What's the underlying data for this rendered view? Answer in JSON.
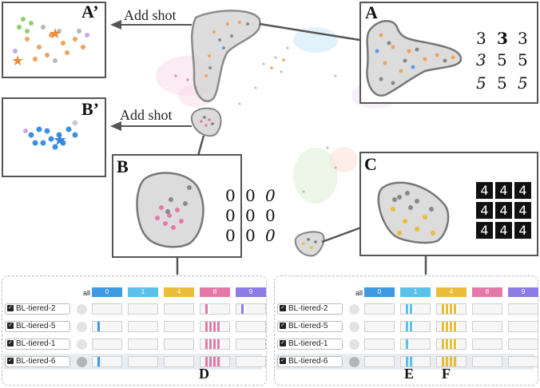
{
  "panels": {
    "A": {
      "label": "A"
    },
    "A_prime": {
      "label": "A’"
    },
    "B": {
      "label": "B"
    },
    "B_prime": {
      "label": "B’"
    },
    "C": {
      "label": "C"
    }
  },
  "arrows": {
    "top": "Add shot",
    "mid": "Add shot"
  },
  "digits_A": [
    "3",
    "3",
    "3",
    "3",
    "5",
    "5",
    "5",
    "5",
    "5"
  ],
  "digits_B": [
    "0",
    "0",
    "0",
    "0",
    "0",
    "0",
    "0",
    "0",
    "0"
  ],
  "digits_C": [
    "4",
    "4",
    "4",
    "4",
    "4",
    "4",
    "4",
    "4",
    "4"
  ],
  "table": {
    "all_label": "all",
    "headers": [
      "0",
      "1",
      "4",
      "8",
      "9"
    ],
    "header_colors": [
      "#3d9ae3",
      "#5bc1e8",
      "#e9bd3a",
      "#e678a8",
      "#8d7ce6"
    ],
    "rows": [
      "BL-tiered-2",
      "BL-tiered-5",
      "BL-tiered-1",
      "BL-tiered-6"
    ]
  },
  "bottom_labels": {
    "D": "D",
    "E": "E",
    "F": "F"
  }
}
